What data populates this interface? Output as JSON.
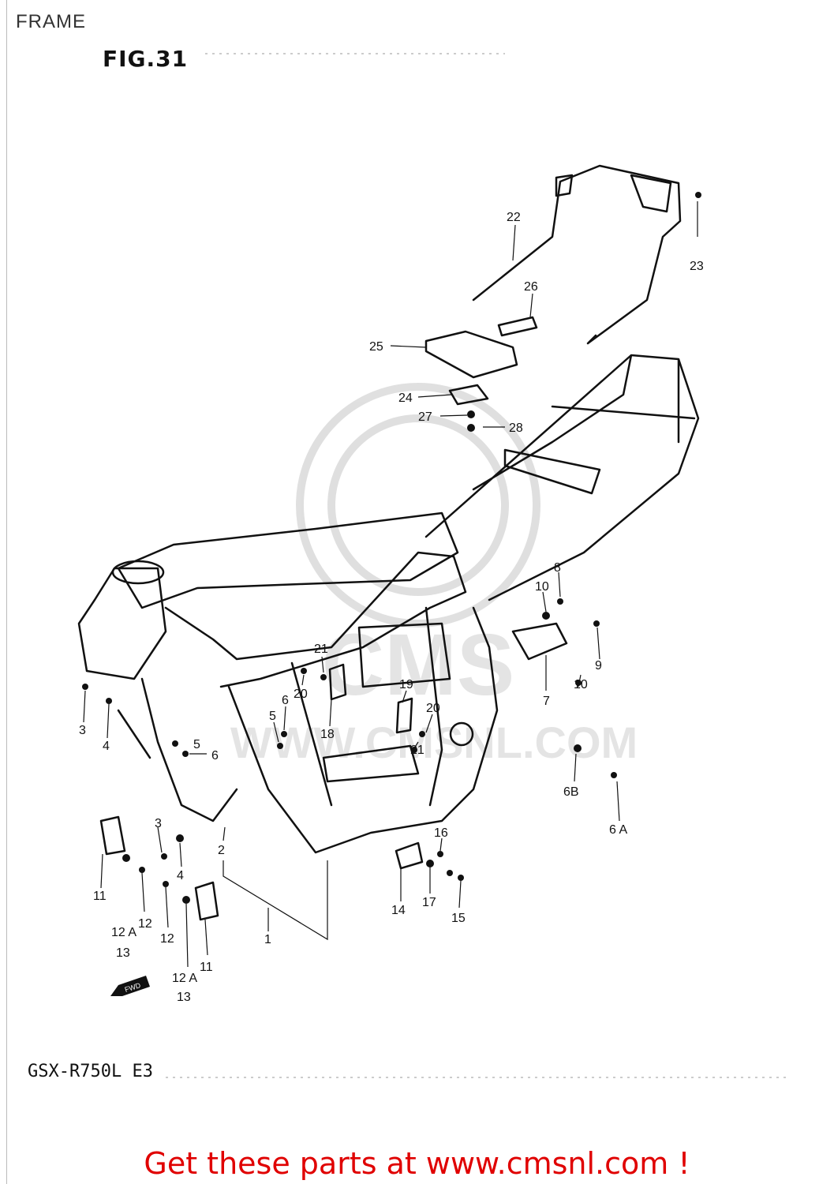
{
  "page": {
    "title": "FRAME"
  },
  "figure": {
    "label": "FIG.31",
    "model": "GSX-R750L  E3",
    "fwd_marker": "FWD"
  },
  "footer": {
    "cta": "Get these parts at www.cmsnl.com !"
  },
  "watermark": {
    "text": "CMS",
    "site": "WWW.CMSNL.COM"
  },
  "parts": {
    "p22": "22",
    "p23": "23",
    "p26": "26",
    "p25": "25",
    "p24": "24",
    "p27": "27",
    "p28": "28",
    "p8": "8",
    "p10a": "10",
    "p9": "9",
    "p10b": "10",
    "p7": "7",
    "p21a": "21",
    "p20a": "20",
    "p6a": "6",
    "p5a": "5",
    "p18": "18",
    "p19": "19",
    "p20b": "20",
    "p21b": "21",
    "p3a": "3",
    "p4a": "4",
    "p5b": "5",
    "p6b": "6",
    "p6B": "6B",
    "p6A": "6 A",
    "p2": "2",
    "p3b": "3",
    "p4b": "4",
    "p11a": "11",
    "p12a": "12",
    "p12Aa": "12 A",
    "p13a": "13",
    "p12b": "12",
    "p12Ab": "12 A",
    "p13b": "13",
    "p11b": "11",
    "p1": "1",
    "p16": "16",
    "p14": "14",
    "p17": "17",
    "p15": "15"
  }
}
